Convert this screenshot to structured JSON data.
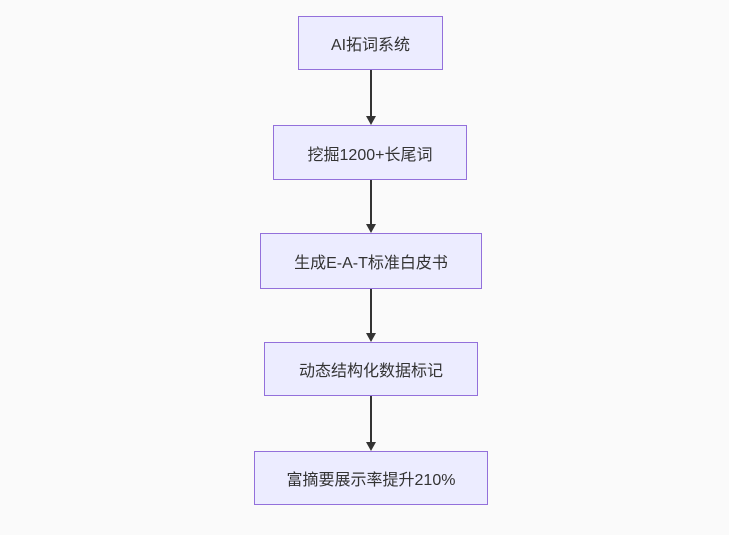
{
  "flowchart": {
    "type": "vertical-flowchart",
    "nodes": [
      {
        "id": "step-1",
        "label": "AI拓词系统"
      },
      {
        "id": "step-2",
        "label": "挖掘1200+长尾词"
      },
      {
        "id": "step-3",
        "label": "生成E-A-T标准白皮书"
      },
      {
        "id": "step-4",
        "label": "动态结构化数据标记"
      },
      {
        "id": "step-5",
        "label": "富摘要展示率提升210%"
      }
    ],
    "edges": [
      {
        "from": "step-1",
        "to": "step-2"
      },
      {
        "from": "step-2",
        "to": "step-3"
      },
      {
        "from": "step-3",
        "to": "step-4"
      },
      {
        "from": "step-4",
        "to": "step-5"
      }
    ],
    "colors": {
      "background": "#fafafa",
      "node_fill": "#ECECFF",
      "node_border": "#9370DB",
      "node_text": "#333333",
      "arrow": "#333333"
    }
  }
}
